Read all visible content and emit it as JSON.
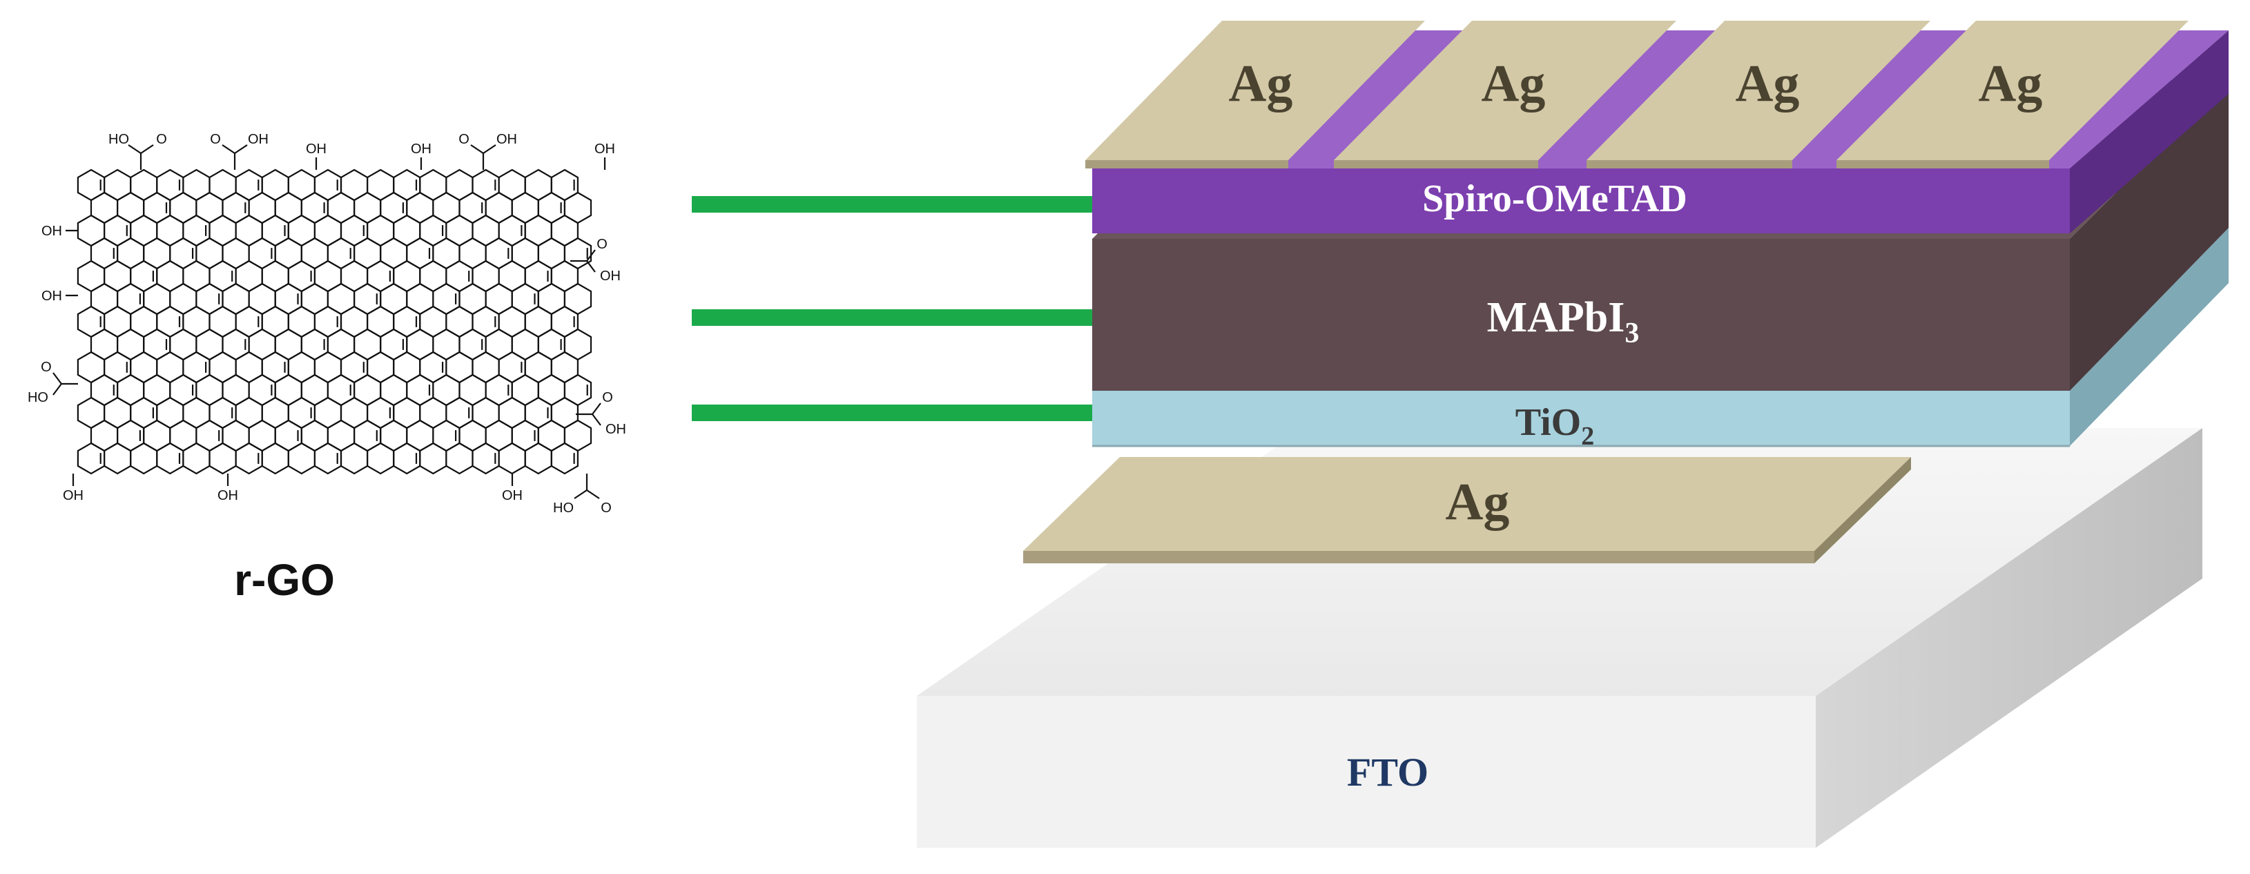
{
  "molecule": {
    "label": "r-GO",
    "functional_groups": {
      "hydroxyl": "OH",
      "carboxyl_left": "HO",
      "carboxyl_right": "OH",
      "carbonyl": "O"
    }
  },
  "device": {
    "top_electrodes": [
      "Ag",
      "Ag",
      "Ag",
      "Ag"
    ],
    "layers": {
      "htl": "Spiro-OMeTAD",
      "absorber": {
        "base": "MAPbI",
        "subscript": "3"
      },
      "etl": {
        "base": "TiO",
        "subscript": "2"
      },
      "bottom_electrode": "Ag",
      "substrate": "FTO"
    }
  },
  "colors": {
    "arrow": "#1aaa4a",
    "ag": "#d3c9a7",
    "ag_edge": "#9c9272",
    "spiro": "#7b3fae",
    "spiro_dark": "#5a2c84",
    "mapbi": "#5e4a4f",
    "mapbi_dark": "#4a3a3e",
    "tio2": "#a7d2de",
    "tio2_dark": "#7fa9b4",
    "fto": "#f0f0f0",
    "fto_side": "#c9c9c9",
    "fto_label": "#1f3864",
    "label_dark": "#4a4330"
  }
}
